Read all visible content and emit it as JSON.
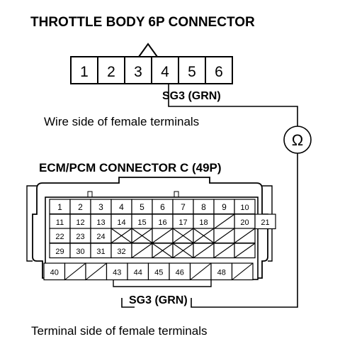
{
  "diagram": {
    "title": "THROTTLE BODY 6P CONNECTOR",
    "throttle_body": {
      "pins": [
        "1",
        "2",
        "3",
        "4",
        "5",
        "6"
      ],
      "wire_label": "SG3 (GRN)",
      "side_caption": "Wire side of female terminals"
    },
    "meter": {
      "symbol": "Ω"
    },
    "ecm": {
      "title": "ECM/PCM CONNECTOR C (49P)",
      "pins": {
        "row1": [
          "1",
          "2",
          "3",
          "4",
          "5",
          "6",
          "7",
          "8",
          "9",
          "10"
        ],
        "row2": [
          "11",
          "12",
          "13",
          "14",
          "15",
          "16",
          "17",
          "18",
          "20",
          "21"
        ],
        "row3": [
          "22",
          "23",
          "24"
        ],
        "row4": [
          "29",
          "30",
          "31",
          "32"
        ],
        "row5": [
          "40",
          "43",
          "44",
          "45",
          "46",
          "48"
        ]
      },
      "wire_label": "SG3 (GRN)",
      "side_caption": "Terminal side of female terminals"
    }
  }
}
